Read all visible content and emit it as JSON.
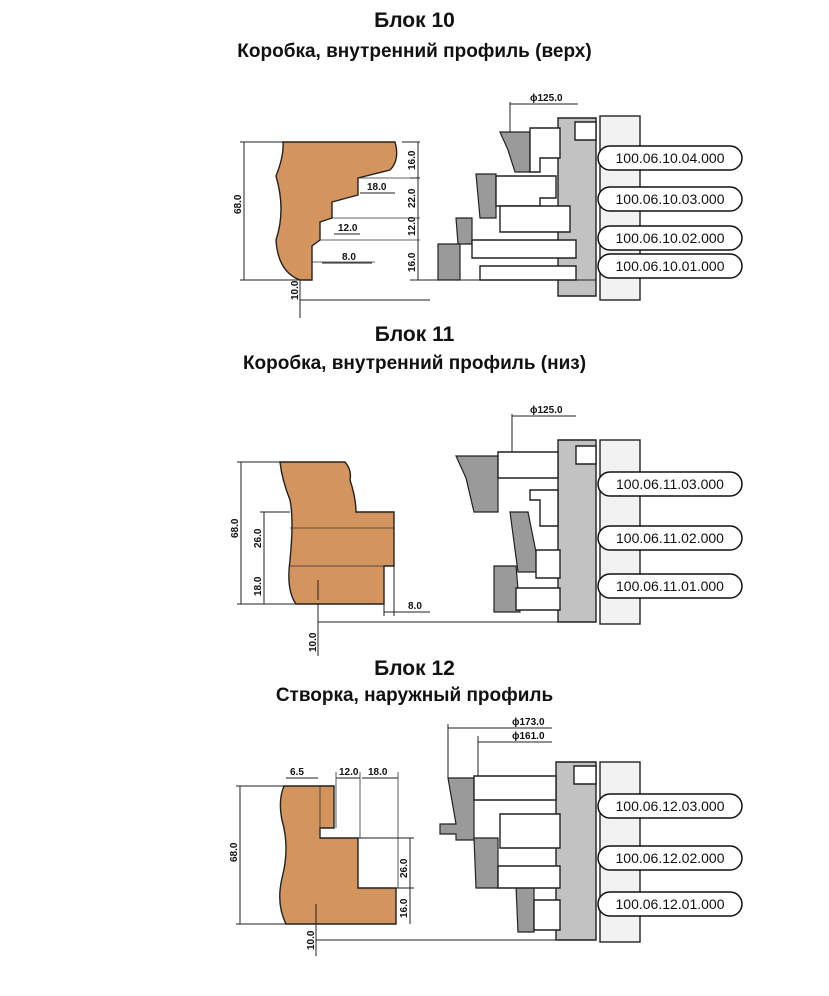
{
  "blocks": [
    {
      "title": "Блок 10",
      "subtitle": "Коробка, внутренний профиль (верх)",
      "diameter": "ϕ125.0",
      "dims": [
        "68.0",
        "16.0",
        "18.0",
        "22.0",
        "12.0",
        "12.0",
        "16.0",
        "8.0",
        "10.0"
      ],
      "parts": [
        "100.06.10.04.000",
        "100.06.10.03.000",
        "100.06.10.02.000",
        "100.06.10.01.000"
      ]
    },
    {
      "title": "Блок 11",
      "subtitle": "Коробка, внутренний профиль (низ)",
      "diameter": "ϕ125.0",
      "dims": [
        "68.0",
        "26.0",
        "18.0",
        "8.0",
        "10.0"
      ],
      "parts": [
        "100.06.11.03.000",
        "100.06.11.02.000",
        "100.06.11.01.000"
      ]
    },
    {
      "title": "Блок 12",
      "subtitle": "Створка, наружный профиль",
      "diameters": [
        "ϕ173.0",
        "ϕ161.0"
      ],
      "dims": [
        "68.0",
        "6.5",
        "12.0",
        "18.0",
        "26.0",
        "16.0",
        "10.0"
      ],
      "parts": [
        "100.06.12.03.000",
        "100.06.12.02.000",
        "100.06.12.01.000"
      ]
    }
  ]
}
